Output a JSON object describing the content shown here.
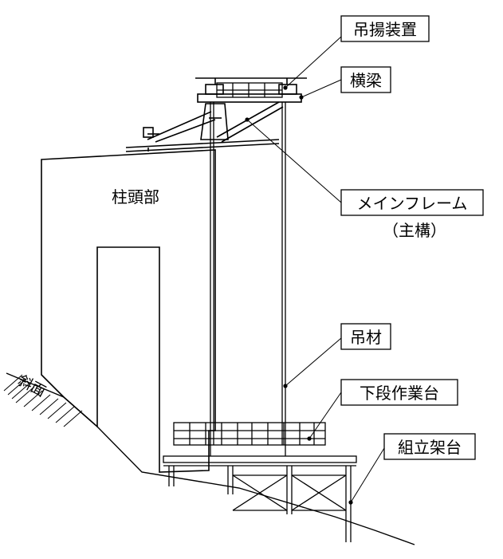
{
  "colors": {
    "ink": "#000000",
    "paper": "#ffffff"
  },
  "labels": {
    "lifting_device": "吊揚装置",
    "cross_beam": "横梁",
    "main_frame": "メインフレーム",
    "main_frame_sub": "（主構）",
    "pier_head": "柱頭部",
    "hanger": "吊材",
    "lower_platform": "下段作業台",
    "assembly_stand": "組立架台",
    "slope": "斜面"
  }
}
